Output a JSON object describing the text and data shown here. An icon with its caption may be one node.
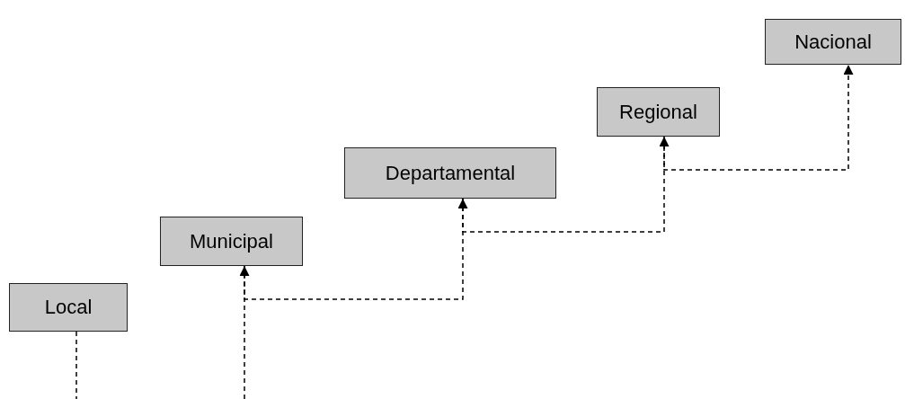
{
  "diagram": {
    "nodes": [
      {
        "text": [
          "Local"
        ]
      },
      {
        "text": [
          "Municipal"
        ]
      },
      {
        "text": [
          "Departamental"
        ]
      },
      {
        "text": [
          "Regional"
        ]
      },
      {
        "text": [
          "Nacional"
        ]
      }
    ],
    "edges": [
      {
        "from": 0,
        "to": null,
        "arrow": "none",
        "style": "dashed"
      },
      {
        "from": null,
        "to": 1,
        "arrow": "to",
        "style": "dashed"
      },
      {
        "from": 1,
        "to": 2,
        "arrow": "to",
        "style": "dashed"
      },
      {
        "from": 2,
        "to": 3,
        "arrow": "to",
        "style": "dashed"
      },
      {
        "from": 3,
        "to": 4,
        "arrow": "to",
        "style": "dashed"
      }
    ]
  }
}
